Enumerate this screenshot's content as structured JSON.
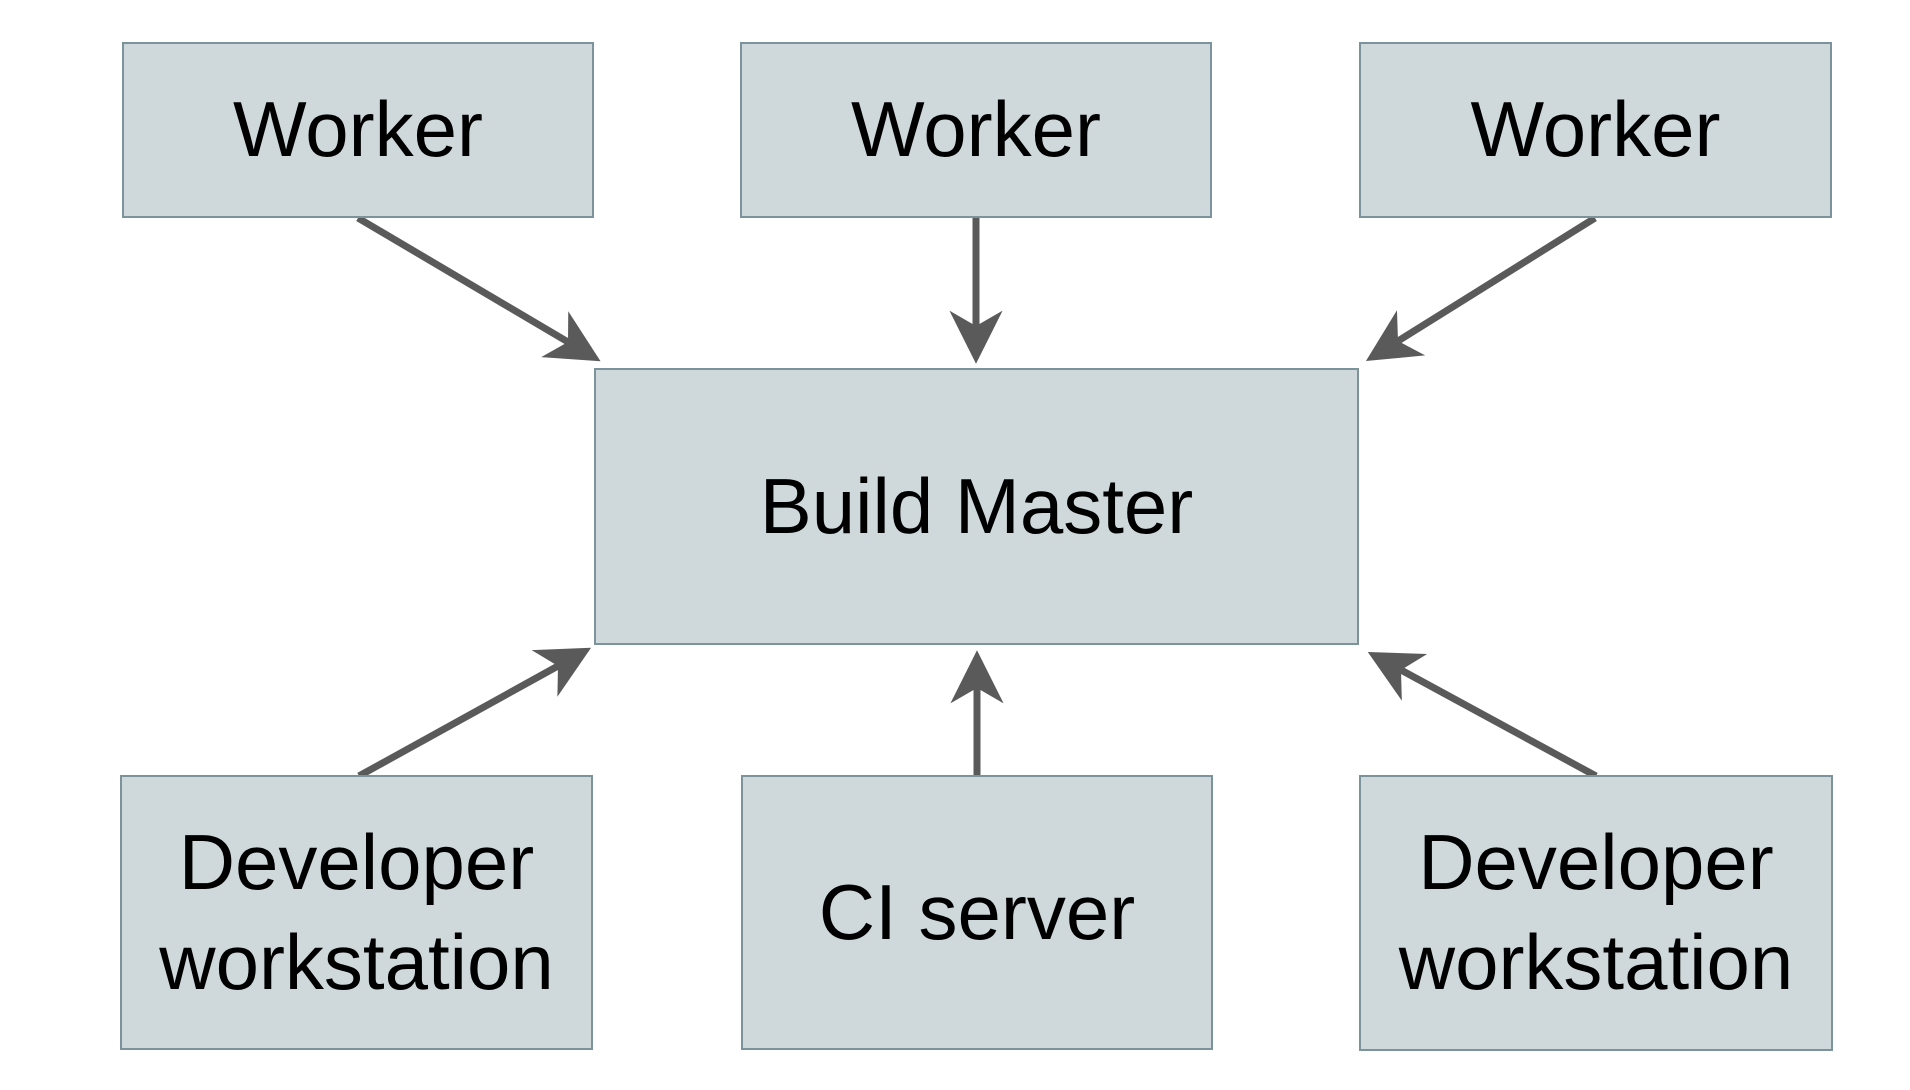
{
  "colors": {
    "canvas-bg": "#ffffff",
    "node-fill": "#cfd8da",
    "node-border": "#7d939c",
    "arrow": "#5a5a5a",
    "text": "#000000"
  },
  "diagram": {
    "nodes": {
      "worker_1": {
        "label": "Worker"
      },
      "worker_2": {
        "label": "Worker"
      },
      "worker_3": {
        "label": "Worker"
      },
      "build_master": {
        "label": "Build Master"
      },
      "dev_workstation_left": {
        "label": "Developer workstation"
      },
      "ci_server": {
        "label": "CI server"
      },
      "dev_workstation_right": {
        "label": "Developer workstation"
      }
    },
    "edges": [
      {
        "from": "worker_1",
        "to": "build_master"
      },
      {
        "from": "worker_2",
        "to": "build_master"
      },
      {
        "from": "worker_3",
        "to": "build_master"
      },
      {
        "from": "dev_workstation_left",
        "to": "build_master"
      },
      {
        "from": "ci_server",
        "to": "build_master"
      },
      {
        "from": "dev_workstation_right",
        "to": "build_master"
      }
    ]
  }
}
